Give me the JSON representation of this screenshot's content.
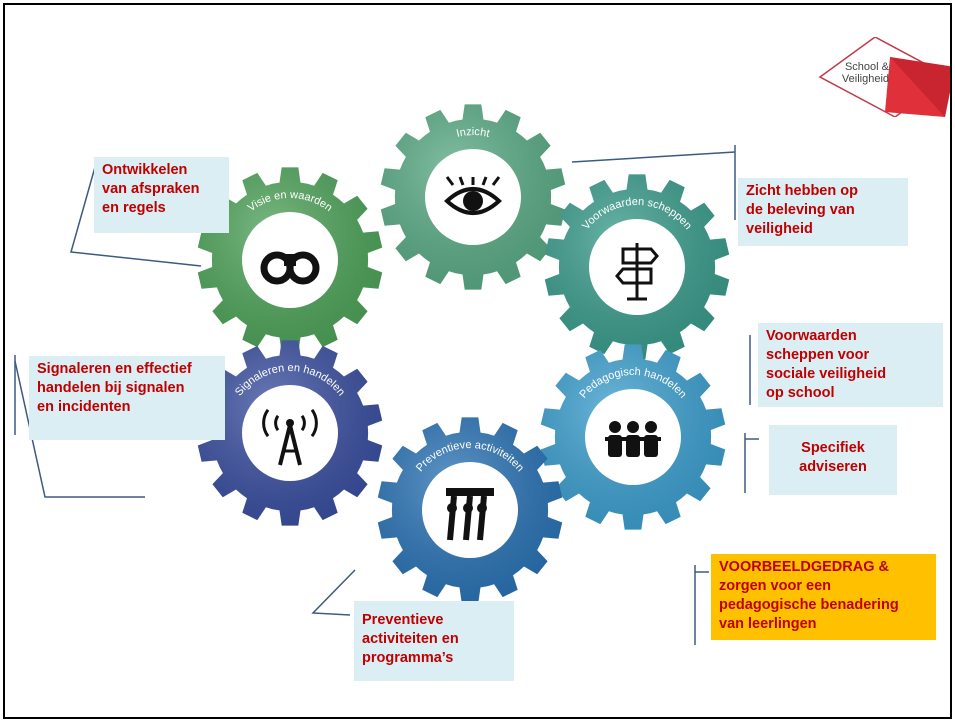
{
  "logo": {
    "line1": "School &",
    "line2": "Veiligheid"
  },
  "gears": [
    {
      "label": "Inzicht",
      "icon": "eye-icon",
      "color": "#5aab86"
    },
    {
      "label": "Visie en waarden",
      "icon": "binoculars-icon",
      "color": "#4ea35a"
    },
    {
      "label": "Voorwaarden scheppen",
      "icon": "signpost-icon",
      "color": "#3a9c8c"
    },
    {
      "label": "Signaleren en handelen",
      "icon": "antenna-icon",
      "color": "#3a4fa0"
    },
    {
      "label": "Pedagogisch handelen",
      "icon": "people-icon",
      "color": "#3c9fcf"
    },
    {
      "label": "Preventieve activiteiten",
      "icon": "teamwork-icon",
      "color": "#2a73b5"
    }
  ],
  "callouts": {
    "ontwikkelen": [
      "Ontwikkelen",
      "van afspraken",
      "en regels"
    ],
    "zicht": [
      "Zicht hebben op",
      "de beleving van",
      "veiligheid"
    ],
    "voorwaarden": [
      "Voorwaarden",
      "scheppen voor",
      "sociale veiligheid",
      "op school"
    ],
    "signaleren": [
      "Signaleren en effectief",
      "handelen bij signalen",
      "en incidenten"
    ],
    "specifiek": [
      "Specifiek",
      "adviseren"
    ],
    "preventieve": [
      "Preventieve",
      "activiteiten en",
      "programma’s"
    ],
    "voorbeeld": [
      "VOORBEELDGEDRAG &",
      "zorgen voor een",
      "pedagogische benadering",
      "van leerlingen"
    ]
  },
  "colors": {
    "callout_bg": "#dbeef4",
    "callout_text": "#c00000",
    "highlight_bg": "#ffc000"
  }
}
